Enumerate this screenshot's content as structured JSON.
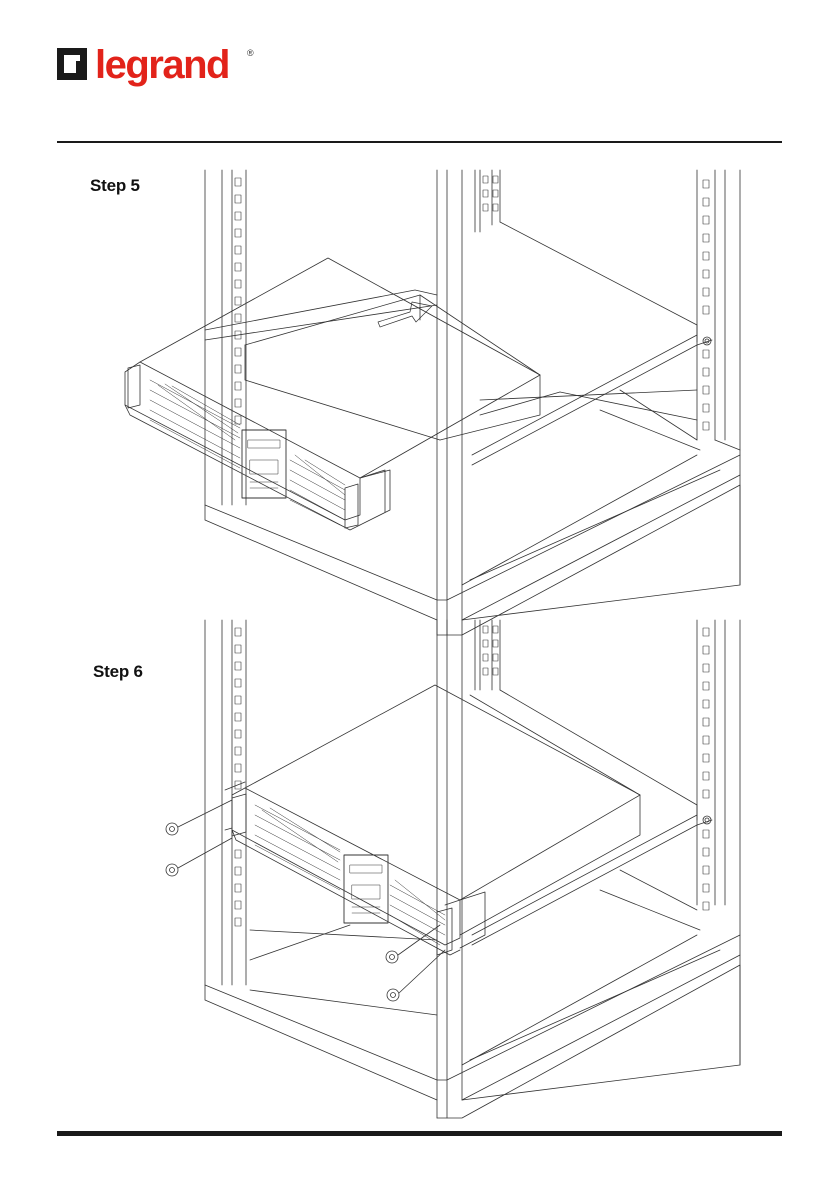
{
  "header": {
    "brand_wordmark": "legrand",
    "registered_mark": "®",
    "brand_color": "#e2231a"
  },
  "steps": [
    {
      "label": "Step 5"
    },
    {
      "label": "Step 6"
    }
  ],
  "colors": {
    "rule": "#1a1a1a",
    "line_art": "#333333"
  }
}
